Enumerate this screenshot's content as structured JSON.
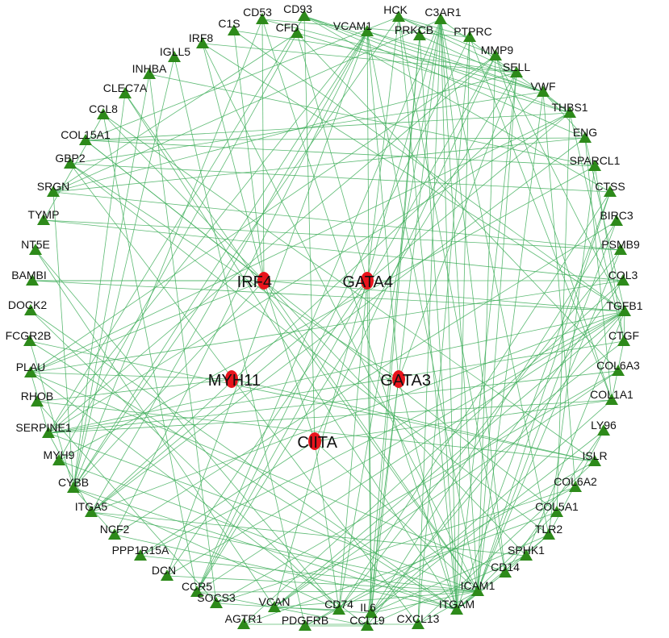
{
  "colors": {
    "edge": "#3fae5a",
    "gene_marker": "#2d8a1a",
    "tf_marker": "#e8141c",
    "label": "#111111",
    "background": "#ffffff"
  },
  "legend_shapes": {
    "gene": "triangle-icon",
    "tf": "circle-icon"
  },
  "tf_nodes": [
    {
      "id": "IRF4",
      "label": "IRF4"
    },
    {
      "id": "GATA4",
      "label": "GATA4"
    },
    {
      "id": "MYH11",
      "label": "MYH11"
    },
    {
      "id": "GATA3",
      "label": "GATA3"
    },
    {
      "id": "CIITA",
      "label": "CIITA"
    }
  ],
  "gene_nodes": [
    {
      "id": "CD53",
      "label": "CD53"
    },
    {
      "id": "CD93",
      "label": "CD93"
    },
    {
      "id": "HCK",
      "label": "HCK"
    },
    {
      "id": "C3AR1",
      "label": "C3AR1"
    },
    {
      "id": "C1S",
      "label": "C1S"
    },
    {
      "id": "CFD",
      "label": "CFD"
    },
    {
      "id": "VCAM1",
      "label": "VCAM1"
    },
    {
      "id": "PRKCB",
      "label": "PRKCB"
    },
    {
      "id": "IRF8",
      "label": "IRF8"
    },
    {
      "id": "PTPRC",
      "label": "PTPRC"
    },
    {
      "id": "IGLL5",
      "label": "IGLL5"
    },
    {
      "id": "MMP9",
      "label": "MMP9"
    },
    {
      "id": "INHBA",
      "label": "INHBA"
    },
    {
      "id": "SELL",
      "label": "SELL"
    },
    {
      "id": "CLEC7A",
      "label": "CLEC7A"
    },
    {
      "id": "VWF",
      "label": "VWF"
    },
    {
      "id": "CCL8",
      "label": "CCL8"
    },
    {
      "id": "THBS1",
      "label": "THBS1"
    },
    {
      "id": "COL15A1",
      "label": "COL15A1"
    },
    {
      "id": "ENG",
      "label": "ENG"
    },
    {
      "id": "GBP2",
      "label": "GBP2"
    },
    {
      "id": "SPARCL1",
      "label": "SPARCL1"
    },
    {
      "id": "SRGN",
      "label": "SRGN"
    },
    {
      "id": "CTSS",
      "label": "CTSS"
    },
    {
      "id": "TYMP",
      "label": "TYMP"
    },
    {
      "id": "BIRC3",
      "label": "BIRC3"
    },
    {
      "id": "NT5E",
      "label": "NT5E"
    },
    {
      "id": "PSMB9",
      "label": "PSMB9"
    },
    {
      "id": "BAMBI",
      "label": "BAMBI"
    },
    {
      "id": "COL3",
      "label": "COL3"
    },
    {
      "id": "DOCK2",
      "label": "DOCK2"
    },
    {
      "id": "TGFB1",
      "label": "TGFB1"
    },
    {
      "id": "FCGR2B",
      "label": "FCGR2B"
    },
    {
      "id": "CTGF",
      "label": "CTGF"
    },
    {
      "id": "PLAU",
      "label": "PLAU"
    },
    {
      "id": "COL6A3",
      "label": "COL6A3"
    },
    {
      "id": "RHOB",
      "label": "RHOB"
    },
    {
      "id": "COL1A1",
      "label": "COL1A1"
    },
    {
      "id": "SERPINE1",
      "label": "SERPINE1"
    },
    {
      "id": "LY96",
      "label": "LY96"
    },
    {
      "id": "MYH9",
      "label": "MYH9"
    },
    {
      "id": "ISLR",
      "label": "ISLR"
    },
    {
      "id": "CYBB",
      "label": "CYBB"
    },
    {
      "id": "COL6A2",
      "label": "COL6A2"
    },
    {
      "id": "ITGA5",
      "label": "ITGA5"
    },
    {
      "id": "COL5A1",
      "label": "COL5A1"
    },
    {
      "id": "NCF2",
      "label": "NCF2"
    },
    {
      "id": "TLR2",
      "label": "TLR2"
    },
    {
      "id": "PPP1R15A",
      "label": "PPP1R15A"
    },
    {
      "id": "SPHK1",
      "label": "SPHK1"
    },
    {
      "id": "DCN",
      "label": "DCN"
    },
    {
      "id": "CD14",
      "label": "CD14"
    },
    {
      "id": "CCR5",
      "label": "CCR5"
    },
    {
      "id": "ICAM1",
      "label": "ICAM1"
    },
    {
      "id": "SOCS3",
      "label": "SOCS3"
    },
    {
      "id": "ITGAM",
      "label": "ITGAM"
    },
    {
      "id": "VCAN",
      "label": "VCAN"
    },
    {
      "id": "CD74",
      "label": "CD74"
    },
    {
      "id": "IL6",
      "label": "IL6"
    },
    {
      "id": "AGTR1",
      "label": "AGTR1"
    },
    {
      "id": "PDGFRB",
      "label": "PDGFRB"
    },
    {
      "id": "CCL19",
      "label": "CCL19"
    },
    {
      "id": "CXCL13",
      "label": "CXCL13"
    }
  ],
  "edges": [
    [
      "IRF4",
      "CD53"
    ],
    [
      "IRF4",
      "C1S"
    ],
    [
      "IRF4",
      "IRF8"
    ],
    [
      "IRF4",
      "COL15A1"
    ],
    [
      "IRF4",
      "BAMBI"
    ],
    [
      "IRF4",
      "CCL8"
    ],
    [
      "IRF4",
      "CIITA"
    ],
    [
      "IRF4",
      "TGFB1"
    ],
    [
      "IRF4",
      "ICAM1"
    ],
    [
      "IRF4",
      "SPHK1"
    ],
    [
      "IRF4",
      "CYBB"
    ],
    [
      "IRF4",
      "PLAU"
    ],
    [
      "GATA4",
      "HCK"
    ],
    [
      "GATA4",
      "CD74"
    ],
    [
      "GATA4",
      "CFD"
    ],
    [
      "GATA4",
      "DCN"
    ],
    [
      "GATA4",
      "IL6"
    ],
    [
      "GATA3",
      "VCAM1"
    ],
    [
      "GATA3",
      "SELL"
    ],
    [
      "GATA3",
      "CCL19"
    ],
    [
      "GATA3",
      "GBP2"
    ],
    [
      "GATA3",
      "ITGAM"
    ],
    [
      "MYH11",
      "RHOB"
    ],
    [
      "MYH11",
      "PLAU"
    ],
    [
      "MYH11",
      "ISLR"
    ],
    [
      "CIITA",
      "CD74"
    ],
    [
      "CIITA",
      "CD93"
    ],
    [
      "CIITA",
      "ICAM1"
    ],
    [
      "CIITA",
      "PPP1R15A"
    ],
    [
      "CIITA",
      "COL1A1"
    ],
    [
      "CIITA",
      "MMP9"
    ],
    [
      "CD53",
      "CYBB"
    ],
    [
      "CD53",
      "ITGAM"
    ],
    [
      "CD53",
      "PTPRC"
    ],
    [
      "CD53",
      "VWF"
    ],
    [
      "CD93",
      "ENG"
    ],
    [
      "CD93",
      "VWF"
    ],
    [
      "CD93",
      "THBS1"
    ],
    [
      "CD93",
      "SERPINE1"
    ],
    [
      "CD93",
      "CTSS"
    ],
    [
      "HCK",
      "ITGAM"
    ],
    [
      "HCK",
      "CYBB"
    ],
    [
      "HCK",
      "MMP9"
    ],
    [
      "HCK",
      "PTPRC"
    ],
    [
      "HCK",
      "CD14"
    ],
    [
      "HCK",
      "SELL"
    ],
    [
      "HCK",
      "COL15A1"
    ],
    [
      "C3AR1",
      "ITGAM"
    ],
    [
      "C3AR1",
      "ICAM1"
    ],
    [
      "C3AR1",
      "CD14"
    ],
    [
      "C3AR1",
      "TLR2"
    ],
    [
      "C3AR1",
      "IL6"
    ],
    [
      "C3AR1",
      "CCR5"
    ],
    [
      "C3AR1",
      "VCAN"
    ],
    [
      "C3AR1",
      "CXCL13"
    ],
    [
      "C3AR1",
      "SRGN"
    ],
    [
      "C3AR1",
      "THBS1"
    ],
    [
      "C3AR1",
      "CD74"
    ],
    [
      "C1S",
      "SELL"
    ],
    [
      "C1S",
      "TGFB1"
    ],
    [
      "CFD",
      "THBS1"
    ],
    [
      "CFD",
      "SRGN"
    ],
    [
      "CFD",
      "COL6A3"
    ],
    [
      "CFD",
      "MYH9"
    ],
    [
      "VCAM1",
      "ICAM1"
    ],
    [
      "VCAM1",
      "SELL"
    ],
    [
      "VCAM1",
      "CYBB"
    ],
    [
      "VCAM1",
      "NCF2"
    ],
    [
      "VCAM1",
      "IL6"
    ],
    [
      "VCAM1",
      "ITGA5"
    ],
    [
      "VCAM1",
      "SERPINE1"
    ],
    [
      "VCAM1",
      "DCN"
    ],
    [
      "VCAM1",
      "VWF"
    ],
    [
      "PRKCB",
      "IL6"
    ],
    [
      "PRKCB",
      "ITGAM"
    ],
    [
      "PRKCB",
      "CCL19"
    ],
    [
      "PRKCB",
      "VWF"
    ],
    [
      "IRF8",
      "TGFB1"
    ],
    [
      "IRF8",
      "ICAM1"
    ],
    [
      "IRF8",
      "SELL"
    ],
    [
      "PTPRC",
      "CXCL13"
    ],
    [
      "PTPRC",
      "ITGAM"
    ],
    [
      "PTPRC",
      "CCR5"
    ],
    [
      "PTPRC",
      "COL1A1"
    ],
    [
      "IGLL5",
      "PDGFRB"
    ],
    [
      "IGLL5",
      "CYBB"
    ],
    [
      "MMP9",
      "PLAU"
    ],
    [
      "MMP9",
      "TGFB1"
    ],
    [
      "MMP9",
      "ICAM1"
    ],
    [
      "MMP9",
      "SERPINE1"
    ],
    [
      "MMP9",
      "COL1A1"
    ],
    [
      "MMP9",
      "CCR5"
    ],
    [
      "INHBA",
      "SPARCL1"
    ],
    [
      "INHBA",
      "CYBB"
    ],
    [
      "INHBA",
      "SOCS3"
    ],
    [
      "SELL",
      "ICAM1"
    ],
    [
      "SELL",
      "ITGAM"
    ],
    [
      "SELL",
      "CCR5"
    ],
    [
      "SELL",
      "SRGN"
    ],
    [
      "CLEC7A",
      "ICAM1"
    ],
    [
      "CLEC7A",
      "ITGAM"
    ],
    [
      "CLEC7A",
      "CYBB"
    ],
    [
      "VWF",
      "ENG"
    ],
    [
      "VWF",
      "ICAM1"
    ],
    [
      "VWF",
      "THBS1"
    ],
    [
      "VWF",
      "COL6A2"
    ],
    [
      "VWF",
      "ITGA5"
    ],
    [
      "VWF",
      "GBP2"
    ],
    [
      "CCL8",
      "CCR5"
    ],
    [
      "CCL8",
      "TYMP"
    ],
    [
      "CCL8",
      "ISLR"
    ],
    [
      "THBS1",
      "COL15A1"
    ],
    [
      "THBS1",
      "CTGF"
    ],
    [
      "THBS1",
      "COL5A1"
    ],
    [
      "THBS1",
      "SERPINE1"
    ],
    [
      "THBS1",
      "PLAU"
    ],
    [
      "THBS1",
      "ITGA5"
    ],
    [
      "COL15A1",
      "ENG"
    ],
    [
      "COL15A1",
      "COL5A1"
    ],
    [
      "COL15A1",
      "SPARCL1"
    ],
    [
      "ENG",
      "TGFB1"
    ],
    [
      "ENG",
      "SRGN"
    ],
    [
      "ENG",
      "ITGA5"
    ],
    [
      "ENG",
      "COL1A1"
    ],
    [
      "GBP2",
      "TLR2"
    ],
    [
      "GBP2",
      "CXCL13"
    ],
    [
      "GBP2",
      "CTSS"
    ],
    [
      "SPARCL1",
      "TLR2"
    ],
    [
      "SPARCL1",
      "CTGF"
    ],
    [
      "SRGN",
      "CYBB"
    ],
    [
      "SRGN",
      "PSMB9"
    ],
    [
      "CTSS",
      "CD74"
    ],
    [
      "CTSS",
      "ICAM1"
    ],
    [
      "CTSS",
      "ITGAM"
    ],
    [
      "TYMP",
      "COL3"
    ],
    [
      "TYMP",
      "PSMB9"
    ],
    [
      "BIRC3",
      "ICAM1"
    ],
    [
      "BIRC3",
      "IL6"
    ],
    [
      "BIRC3",
      "NCF2"
    ],
    [
      "NT5E",
      "CD74"
    ],
    [
      "NT5E",
      "VCAN"
    ],
    [
      "PSMB9",
      "CD74"
    ],
    [
      "PSMB9",
      "ICAM1"
    ],
    [
      "BAMBI",
      "COL3"
    ],
    [
      "BAMBI",
      "TGFB1"
    ],
    [
      "COL3",
      "PLAU"
    ],
    [
      "COL3",
      "AGTR1"
    ],
    [
      "COL3",
      "CCL19"
    ],
    [
      "DOCK2",
      "ITGAM"
    ],
    [
      "DOCK2",
      "CD74"
    ],
    [
      "TGFB1",
      "SERPINE1"
    ],
    [
      "TGFB1",
      "CTGF"
    ],
    [
      "TGFB1",
      "ITGA5"
    ],
    [
      "TGFB1",
      "IL6"
    ],
    [
      "TGFB1",
      "CCR5"
    ],
    [
      "TGFB1",
      "PPP1R15A"
    ],
    [
      "TGFB1",
      "SPHK1"
    ],
    [
      "TGFB1",
      "VCAN"
    ],
    [
      "TGFB1",
      "DCN"
    ],
    [
      "FCGR2B",
      "ITGAM"
    ],
    [
      "FCGR2B",
      "CYBB"
    ],
    [
      "FCGR2B",
      "ISLR"
    ],
    [
      "CTGF",
      "SERPINE1"
    ],
    [
      "CTGF",
      "VCAN"
    ],
    [
      "CTGF",
      "COL1A1"
    ],
    [
      "PLAU",
      "SERPINE1"
    ],
    [
      "PLAU",
      "CD14"
    ],
    [
      "PLAU",
      "CCL19"
    ],
    [
      "COL6A3",
      "SOCS3"
    ],
    [
      "COL6A3",
      "VCAN"
    ],
    [
      "RHOB",
      "SOCS3"
    ],
    [
      "RHOB",
      "ISLR"
    ],
    [
      "COL1A1",
      "SERPINE1"
    ],
    [
      "COL1A1",
      "IL6"
    ],
    [
      "SERPINE1",
      "ICAM1"
    ],
    [
      "SERPINE1",
      "ITGA5"
    ],
    [
      "SERPINE1",
      "COL6A3"
    ],
    [
      "LY96",
      "TLR2"
    ],
    [
      "LY96",
      "CD14"
    ],
    [
      "LY96",
      "IL6"
    ],
    [
      "MYH9",
      "ITGAM"
    ],
    [
      "MYH9",
      "SPARCL1"
    ],
    [
      "ISLR",
      "PDGFRB"
    ],
    [
      "ISLR",
      "CXCL13"
    ],
    [
      "CYBB",
      "NCF2"
    ],
    [
      "CYBB",
      "ITGAM"
    ],
    [
      "CYBB",
      "CD74"
    ],
    [
      "COL6A2",
      "SOCS3"
    ],
    [
      "COL6A2",
      "PDGFRB"
    ],
    [
      "ITGA5",
      "ICAM1"
    ],
    [
      "ITGA5",
      "SPHK1"
    ],
    [
      "COL5A1",
      "AGTR1"
    ],
    [
      "COL5A1",
      "ITGAM"
    ],
    [
      "NCF2",
      "ITGAM"
    ],
    [
      "TLR2",
      "CD14"
    ],
    [
      "TLR2",
      "ITGAM"
    ],
    [
      "TLR2",
      "IL6"
    ],
    [
      "PPP1R15A",
      "ICAM1"
    ],
    [
      "SPHK1",
      "CCL19"
    ],
    [
      "DCN",
      "ICAM1"
    ],
    [
      "CD14",
      "ITGAM"
    ],
    [
      "CCR5",
      "ICAM1"
    ],
    [
      "CCR5",
      "CCL19"
    ],
    [
      "ICAM1",
      "ITGAM"
    ],
    [
      "ICAM1",
      "CXCL13"
    ],
    [
      "ICAM1",
      "VCAN"
    ],
    [
      "ICAM1",
      "IL6"
    ],
    [
      "SOCS3",
      "IL6"
    ],
    [
      "VCAN",
      "CD74"
    ],
    [
      "IL6",
      "CCL19"
    ],
    [
      "AGTR1",
      "CXCL13"
    ],
    [
      "PDGFRB",
      "CCL19"
    ]
  ]
}
